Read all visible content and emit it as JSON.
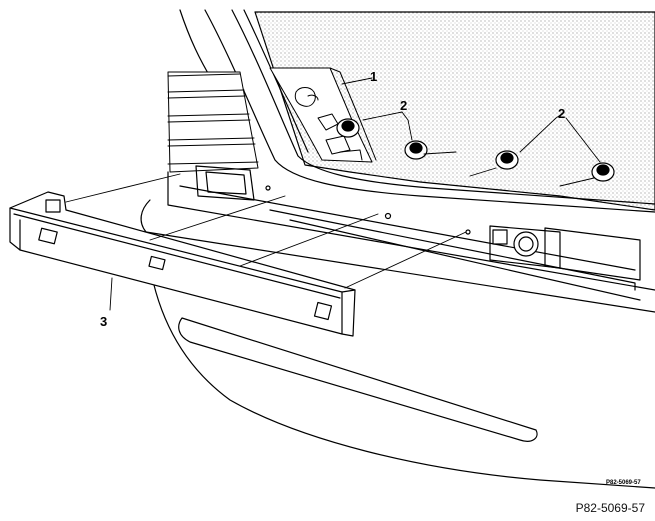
{
  "diagram": {
    "callouts": [
      {
        "id": "1",
        "label": "1"
      },
      {
        "id": "2a",
        "label": "2"
      },
      {
        "id": "2b",
        "label": "2"
      },
      {
        "id": "3",
        "label": "3"
      }
    ],
    "inner_code": "P82-5069-57",
    "figure_ref": "P82-5069-57"
  }
}
